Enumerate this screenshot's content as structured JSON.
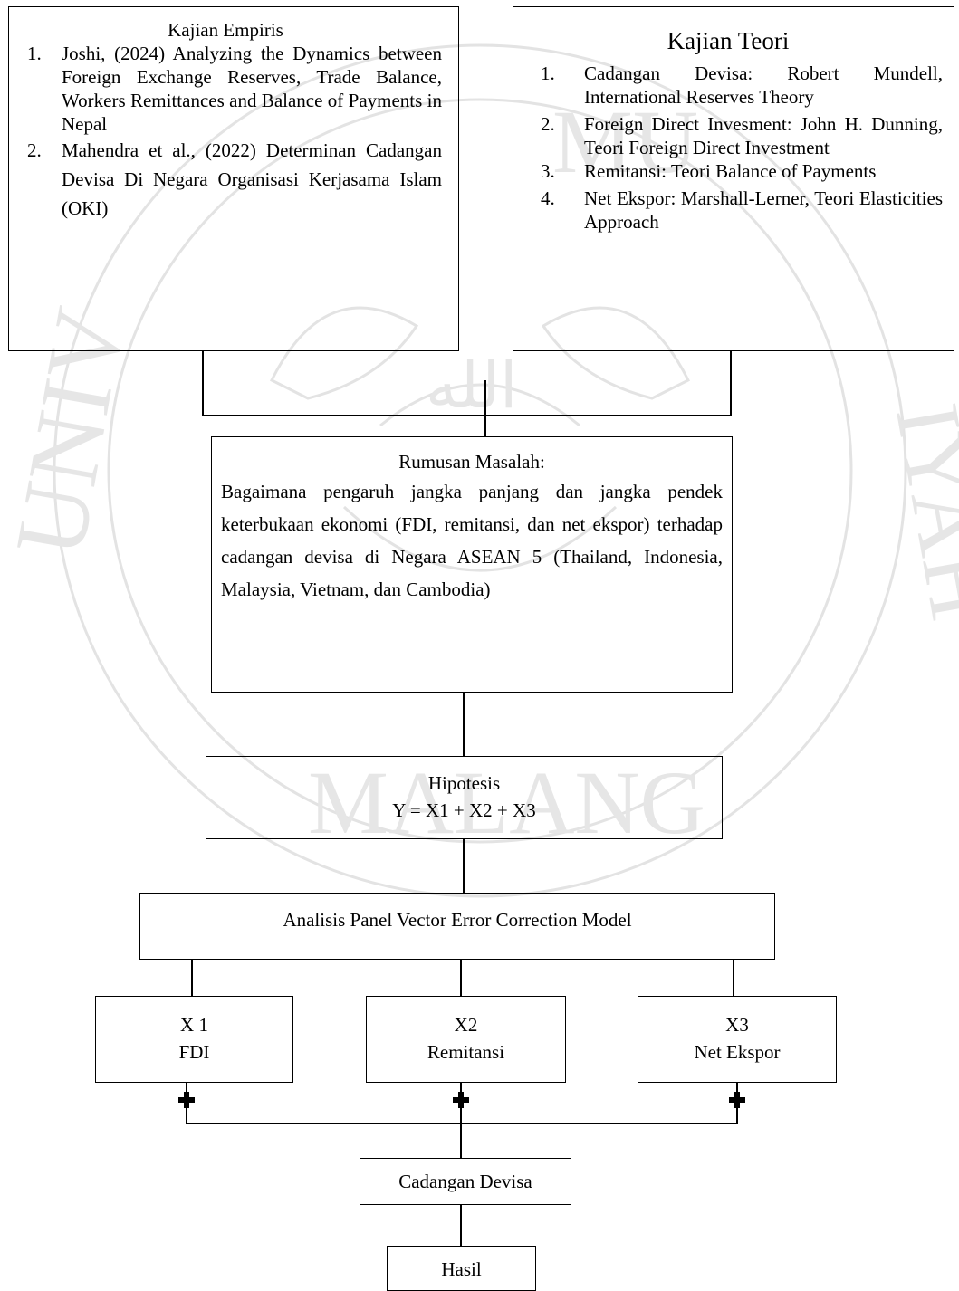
{
  "empiris": {
    "title": "Kajian Empiris",
    "items": [
      {
        "num": "1.",
        "text": "Joshi, (2024) Analyzing the Dynamics between Foreign Exchange Reserves, Trade Balance, Workers Remittances and Balance of Payments in Nepal"
      },
      {
        "num": "2.",
        "text": "Mahendra et al., (2022) Determinan Cadangan Devisa Di Negara Organisasi Kerjasama Islam (OKI)"
      }
    ]
  },
  "teori": {
    "title": "Kajian Teori",
    "items": [
      {
        "num": "1.",
        "text": "Cadangan Devisa: Robert Mundell, International Reserves Theory"
      },
      {
        "num": "2.",
        "text": "Foreign Direct Invesment: John H. Dunning, Teori Foreign Direct Investment"
      },
      {
        "num": "3.",
        "text": "Remitansi: Teori Balance of Payments"
      },
      {
        "num": "4.",
        "text": "Net Ekspor: Marshall-Lerner, Teori Elasticities Approach"
      }
    ]
  },
  "rumusan": {
    "title": "Rumusan Masalah:",
    "text": "Bagaimana pengaruh jangka panjang dan jangka pendek keterbukaan ekonomi (FDI, remitansi, dan net ekspor) terhadap cadangan devisa di Negara ASEAN 5 (Thailand, Indonesia, Malaysia, Vietnam, dan Cambodia)"
  },
  "hipotesis": {
    "title": "Hipotesis",
    "formula": "Y = X1 + X2 + X3"
  },
  "analisis": "Analisis Panel Vector Error Correction Model",
  "variables": [
    {
      "code": "X 1",
      "name": "FDI"
    },
    {
      "code": "X2",
      "name": "Remitansi"
    },
    {
      "code": "X3",
      "name": "Net Ekspor"
    }
  ],
  "cadangan": "Cadangan Devisa",
  "hasil": "Hasil",
  "watermark": {
    "ring_left": "UNIV",
    "ring_top": "MU",
    "ring_right": "IYAH",
    "ring_bottom": "MALANG",
    "emblem_text": "ﺍﻟﻠﻪ",
    "color": "#d6d6d6"
  }
}
